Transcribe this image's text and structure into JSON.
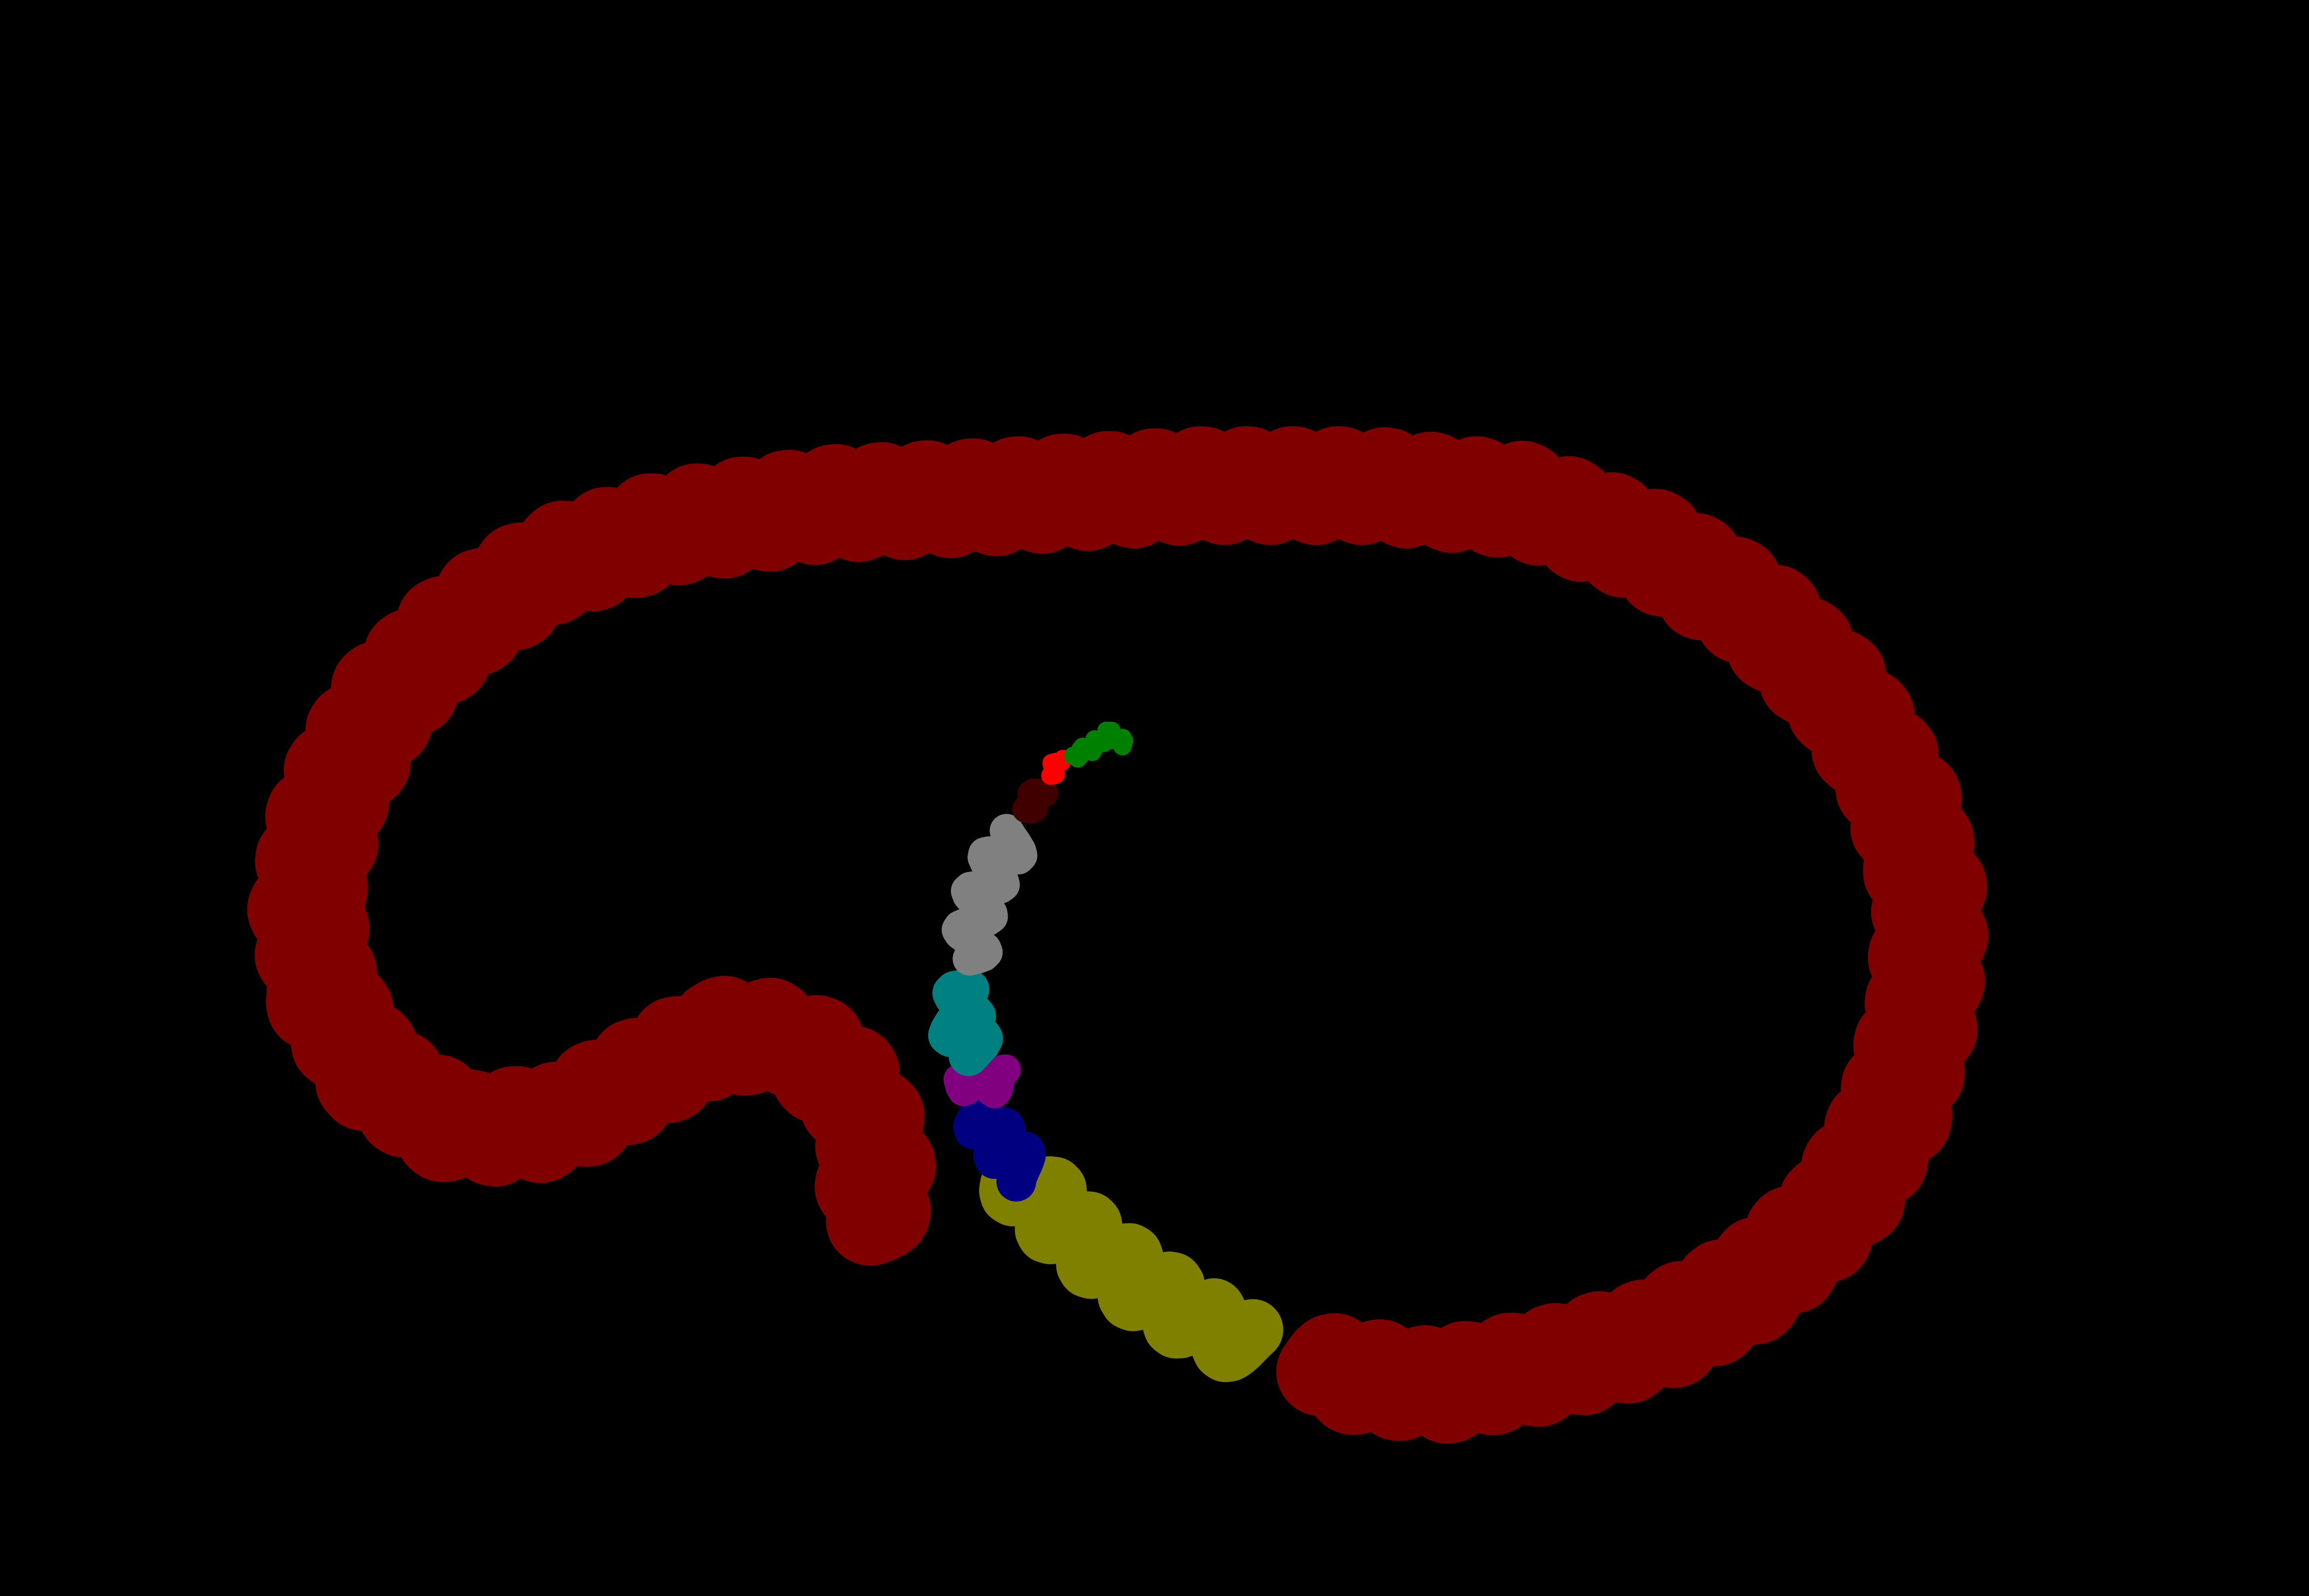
{
  "background": "#000000",
  "segments": [
    {
      "id": "main-loop",
      "color": "#800000",
      "order": 1
    },
    {
      "id": "olive-coil",
      "color": "#808000",
      "order": 2
    },
    {
      "id": "navy-coil",
      "color": "#000080",
      "order": 3
    },
    {
      "id": "purple-coil",
      "color": "#800080",
      "order": 4
    },
    {
      "id": "teal-coil",
      "color": "#008080",
      "order": 5
    },
    {
      "id": "gray-coil",
      "color": "#808080",
      "order": 6
    },
    {
      "id": "dark-red-coil",
      "color": "#400000",
      "order": 7
    },
    {
      "id": "red-coil",
      "color": "#ff0000",
      "order": 8
    },
    {
      "id": "green-coil",
      "color": "#008000",
      "order": 9
    }
  ]
}
